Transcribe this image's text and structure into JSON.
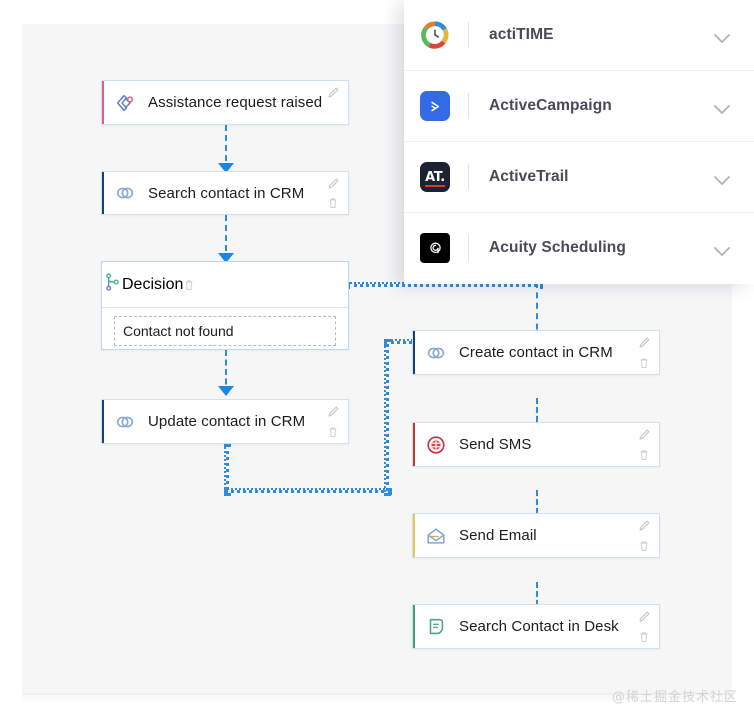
{
  "canvas": {
    "nodes": [
      {
        "id": "assistance-request-raised",
        "label": "Assistance request raised",
        "icon": "trigger-diamond-icon",
        "accent": "#e0607e",
        "tools": [
          "edit"
        ]
      },
      {
        "id": "search-contact-in-crm",
        "label": "Search contact in CRM",
        "icon": "link-rings-icon",
        "accent": "#1b3f73",
        "tools": [
          "edit",
          "delete"
        ]
      },
      {
        "id": "decision",
        "label": "Decision",
        "icon": "branch-fork-icon",
        "branch_label": "Contact not found",
        "accent": "#bcd9ef",
        "tools": [
          "delete"
        ]
      },
      {
        "id": "update-contact-in-crm",
        "label": "Update contact in CRM",
        "icon": "link-rings-icon",
        "accent": "#1b3f73",
        "tools": [
          "edit",
          "delete"
        ]
      },
      {
        "id": "create-contact-in-crm",
        "label": "Create contact in CRM",
        "icon": "link-rings-icon",
        "accent": "#1b3f73",
        "tools": [
          "edit",
          "delete"
        ]
      },
      {
        "id": "send-sms",
        "label": "Send SMS",
        "icon": "sms-target-icon",
        "accent": "#c0392b",
        "tools": [
          "edit",
          "delete"
        ]
      },
      {
        "id": "send-email",
        "label": "Send Email",
        "icon": "envelope-open-icon",
        "accent": "#e8c84a",
        "tools": [
          "edit",
          "delete"
        ]
      },
      {
        "id": "search-contact-in-desk",
        "label": "Search Contact in Desk",
        "icon": "desk-search-icon",
        "accent": "#4a9d6e",
        "tools": [
          "edit",
          "delete"
        ]
      }
    ],
    "connector_color": "#2b8ce0"
  },
  "panel": {
    "apps": [
      {
        "name": "actiTIME",
        "logo": "actitime-logo",
        "chevron": "chevron-down-icon"
      },
      {
        "name": "ActiveCampaign",
        "logo": "activecampaign-logo",
        "chevron": "chevron-down-icon"
      },
      {
        "name": "ActiveTrail",
        "logo": "activetrail-logo",
        "logo_text": "AT.",
        "chevron": "chevron-down-icon"
      },
      {
        "name": "Acuity Scheduling",
        "logo": "acuity-logo",
        "chevron": "chevron-down-icon"
      }
    ]
  },
  "watermark": {
    "text": "@稀土掘金技术社区"
  }
}
